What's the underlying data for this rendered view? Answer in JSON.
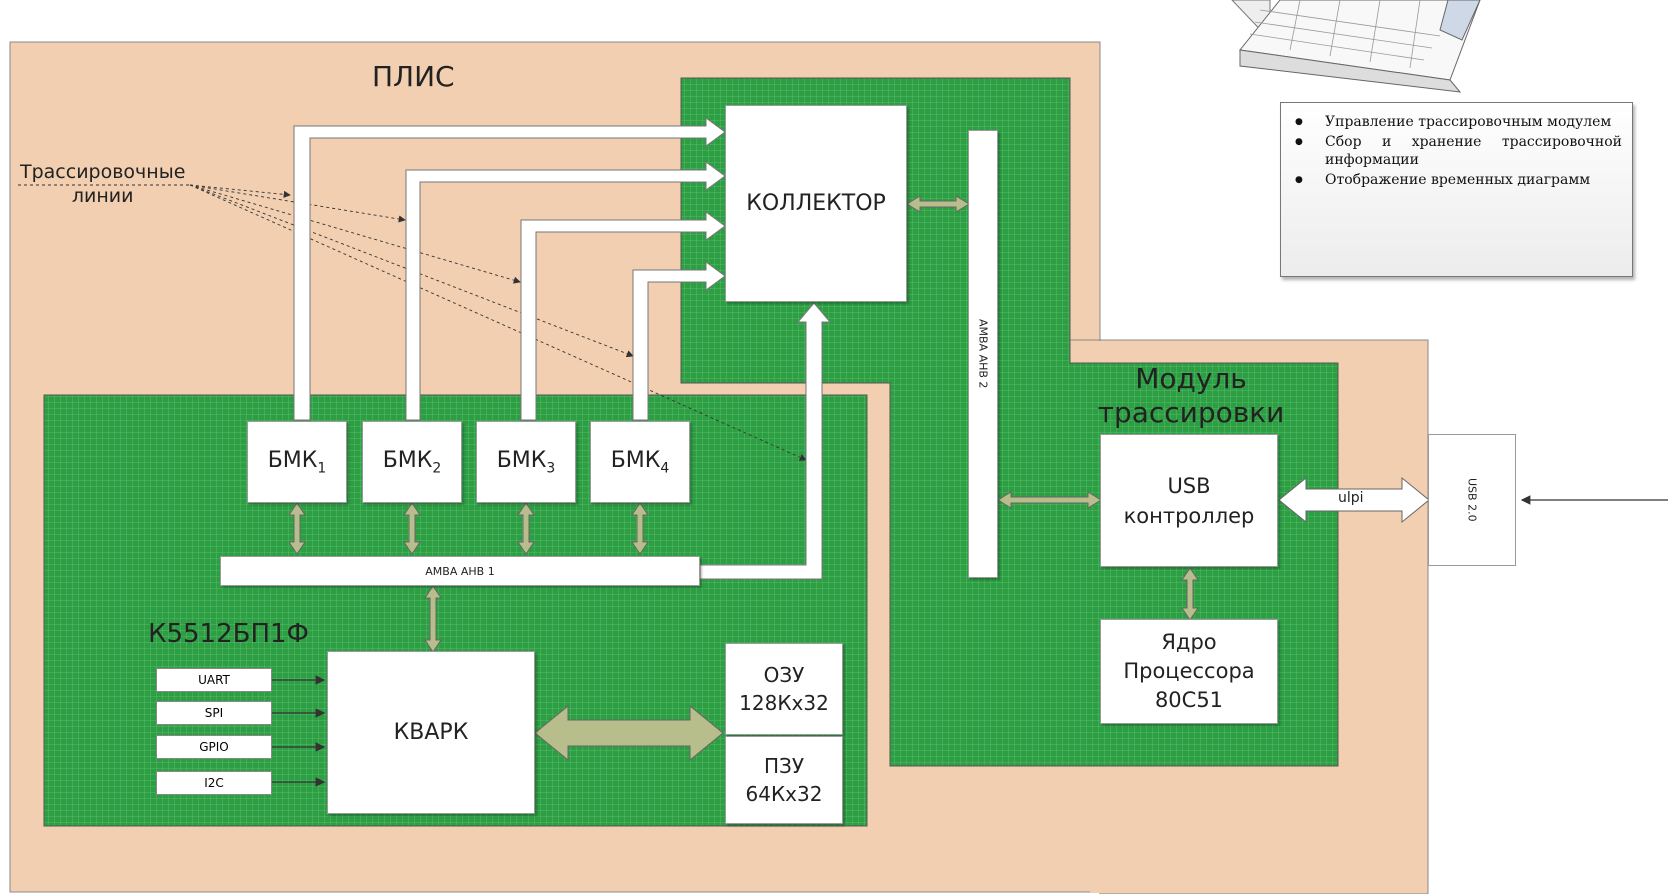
{
  "labels": {
    "plis": "ПЛИС",
    "trace_lines": "Трассировочные\nлинии",
    "module_title": "Модуль\nтрассировки",
    "chip": "К5512БП1Ф",
    "collector": "КОЛЛЕКТОР",
    "amba2": "AMBA AHB 2",
    "amba1": "AMBA AHB 1",
    "usb_ctrl": "USB\nконтроллер",
    "core": "Ядро\nПроцессора\n80С51",
    "kvark": "КВАРК",
    "ozu": "ОЗУ\n128Кх32",
    "pzu": "ПЗУ\n64Кх32",
    "usb20": "USB 2.0",
    "ulpi": "ulpi"
  },
  "bmk": [
    {
      "label": "БМК",
      "sub": "1"
    },
    {
      "label": "БМК",
      "sub": "2"
    },
    {
      "label": "БМК",
      "sub": "3"
    },
    {
      "label": "БМК",
      "sub": "4"
    }
  ],
  "peripherals": [
    "UART",
    "SPI",
    "GPIO",
    "I2C"
  ],
  "notes": [
    "Управление трассировочным модулем",
    "Сбор и хранение трассировочной информации",
    "Отображение временных диаграмм"
  ],
  "icons": {
    "laptop": "laptop-icon"
  },
  "colors": {
    "fpga_bg": "#f2cfb0",
    "board_green": "#2e9e45",
    "bus_arrow": "#b8bd8c"
  }
}
